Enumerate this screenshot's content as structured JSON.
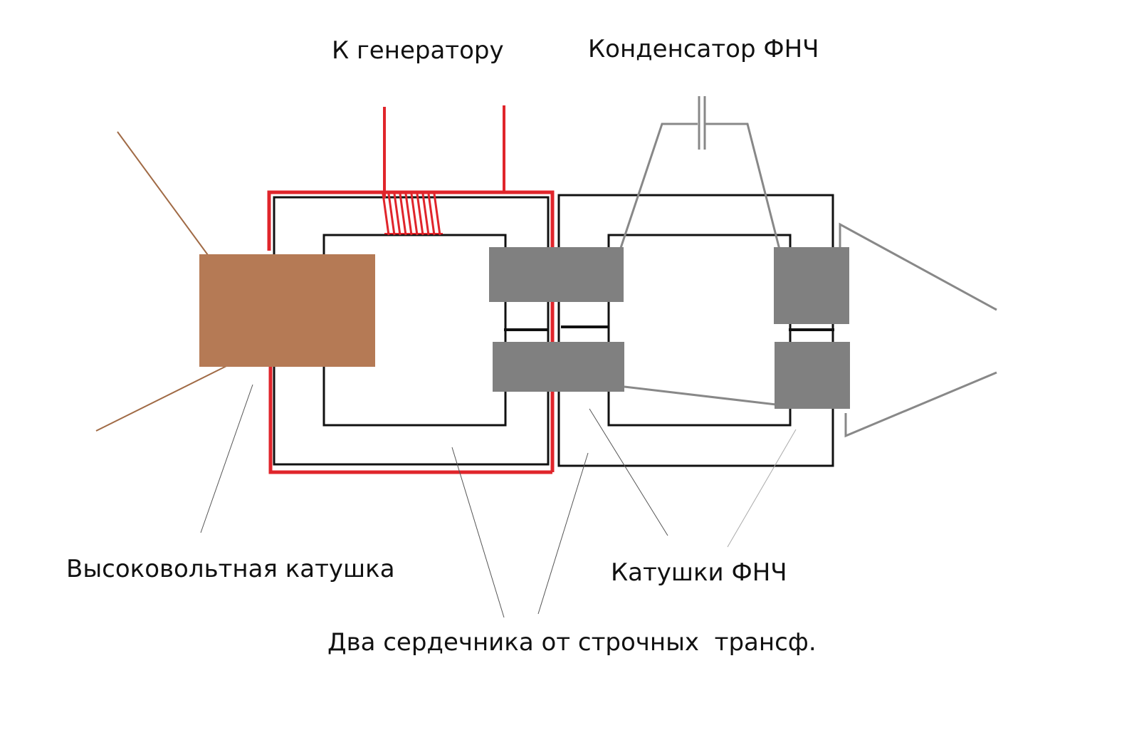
{
  "labels": {
    "generator": "К генератору",
    "lpf_capacitor": "Конденсатор ФНЧ",
    "hv_coil": "Высоковольтная катушка",
    "lpf_coils": "Катушки ФНЧ",
    "two_cores": "Два сердечника от строчных  трансф."
  },
  "colors": {
    "core_outline": "#111111",
    "primary_winding": "#e0252b",
    "hv_coil_fill": "#b57a55",
    "hv_coil_leads": "#a06a45",
    "lpf_coil_fill": "#808080",
    "capacitor_wires": "#888888",
    "pointer_lines": "#555555"
  }
}
